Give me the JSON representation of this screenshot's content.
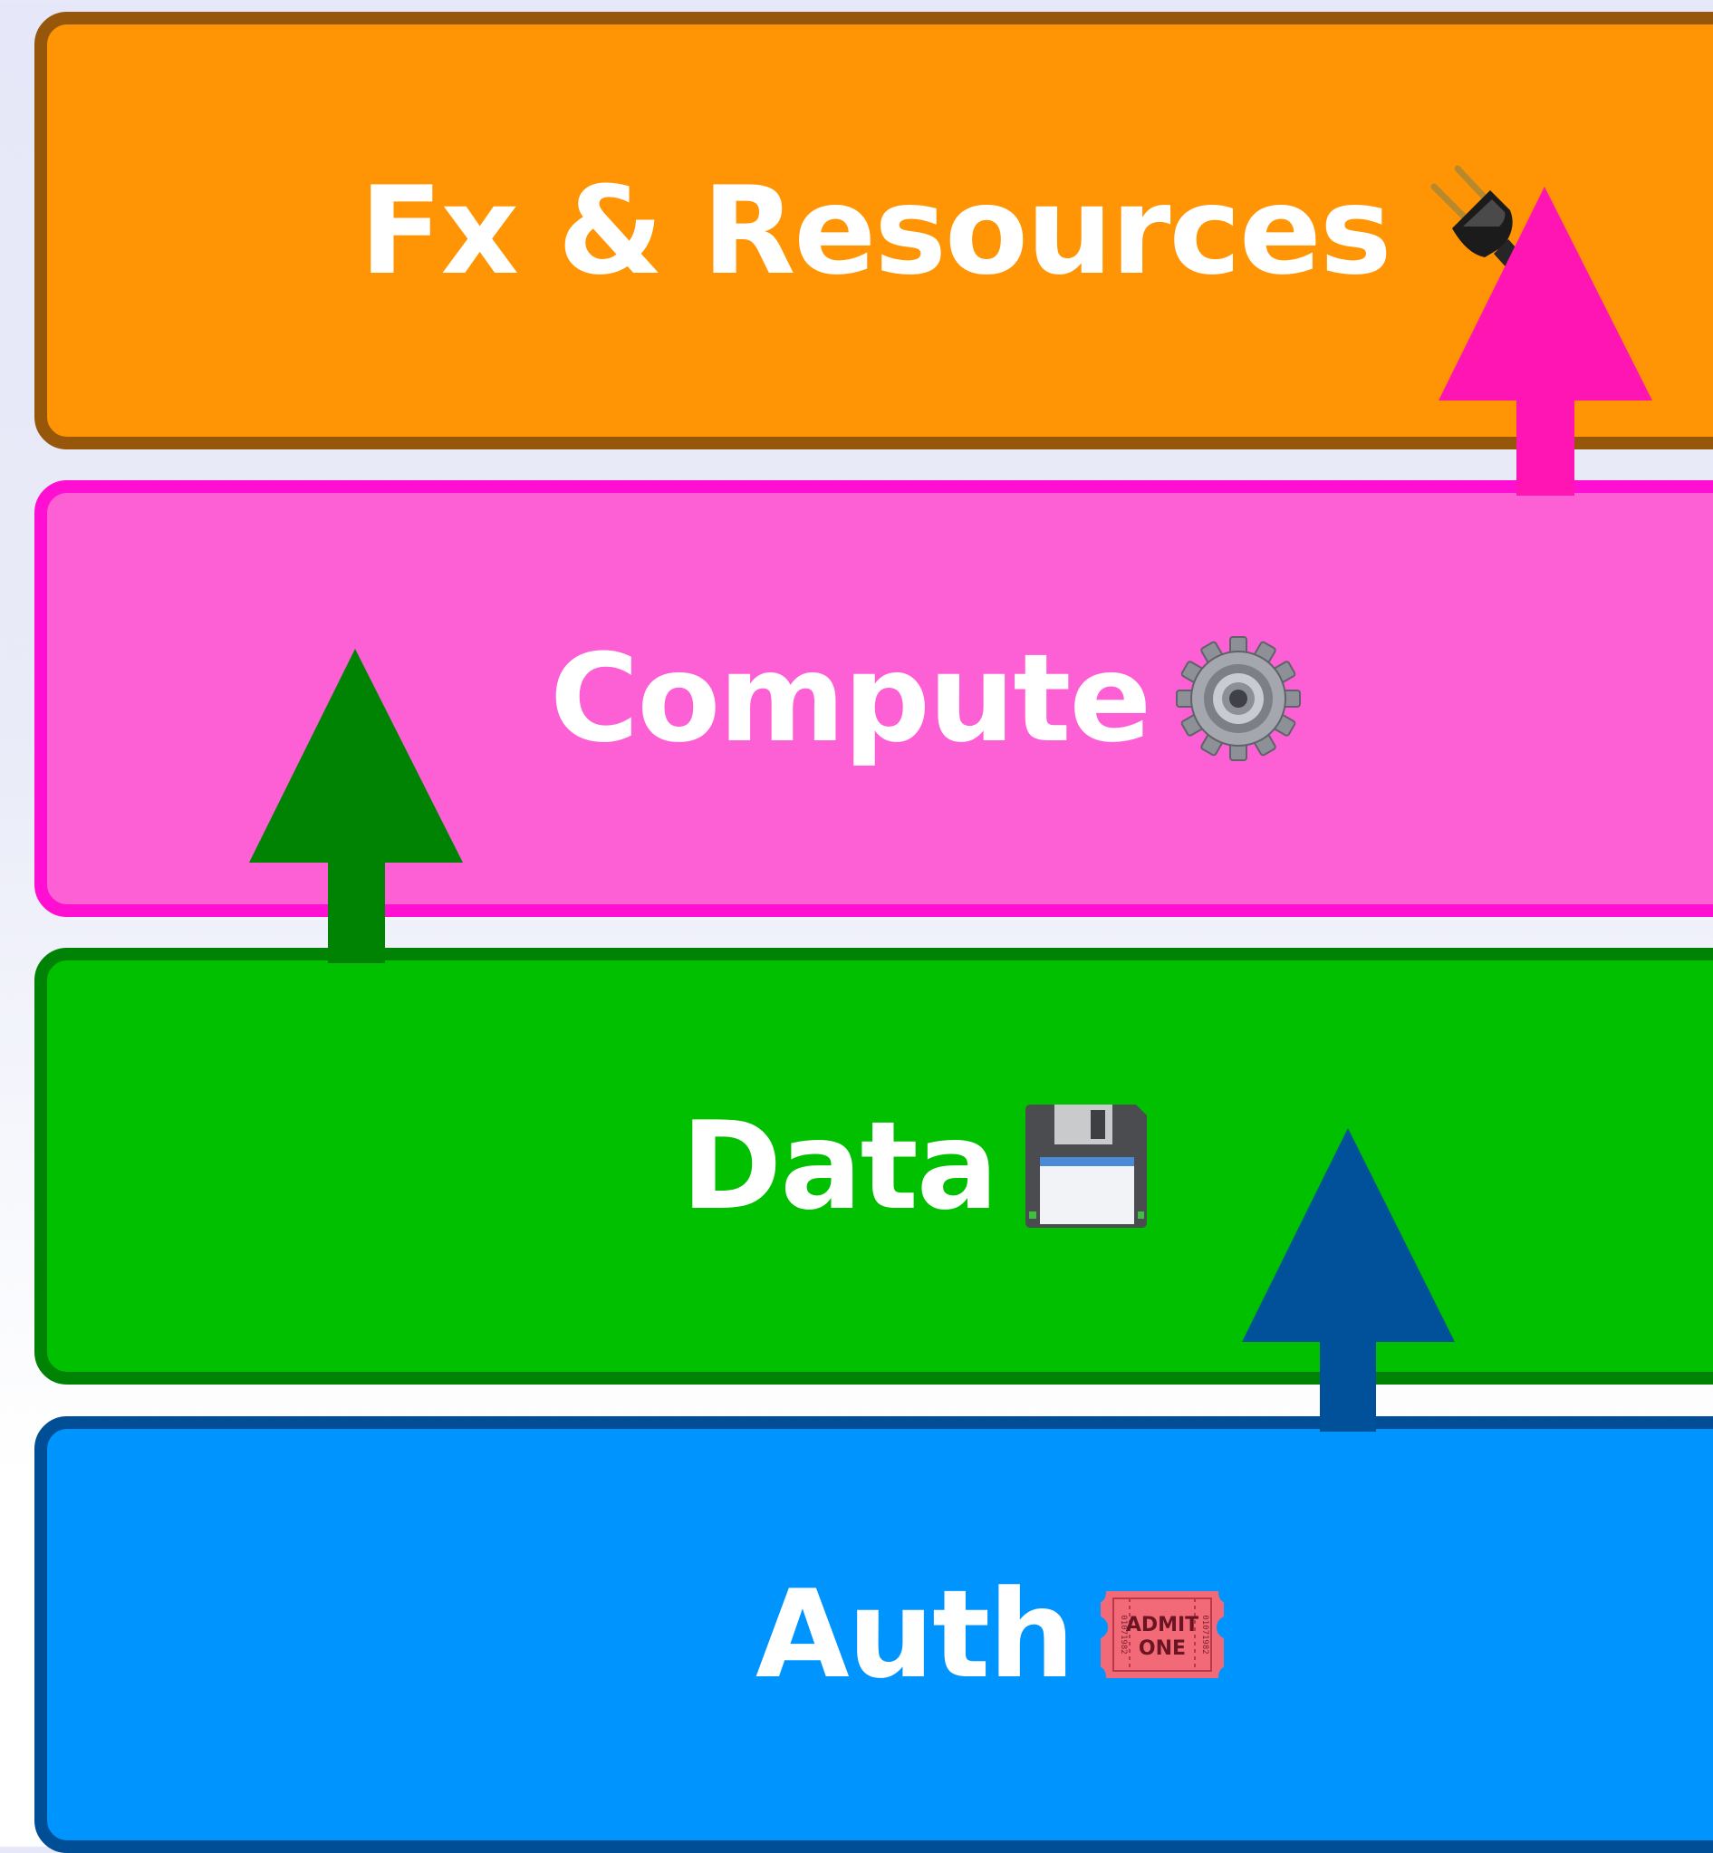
{
  "layers": [
    {
      "id": "fx",
      "label": "Fx & Resources",
      "icon": "plug-icon",
      "fill": "#ff9505",
      "border": "#97570a"
    },
    {
      "id": "compute",
      "label": "Compute",
      "icon": "gear-icon",
      "fill": "#fd5fd4",
      "border": "#ff0fd2"
    },
    {
      "id": "data",
      "label": "Data",
      "icon": "floppy-disk-icon",
      "fill": "#00c000",
      "border": "#008205"
    },
    {
      "id": "auth",
      "label": "Auth",
      "icon": "admit-one-ticket-icon",
      "fill": "#0094ff",
      "border": "#004f96"
    }
  ],
  "arrows": [
    {
      "from": "auth",
      "to": "data",
      "color": "#005199"
    },
    {
      "from": "data",
      "to": "compute",
      "color": "#008302"
    },
    {
      "from": "compute",
      "to": "fx",
      "color": "#ff15b3"
    }
  ],
  "icon_text": {
    "ticket_main_1": "ADMIT",
    "ticket_main_2": "ONE",
    "ticket_serial": "01071982"
  }
}
